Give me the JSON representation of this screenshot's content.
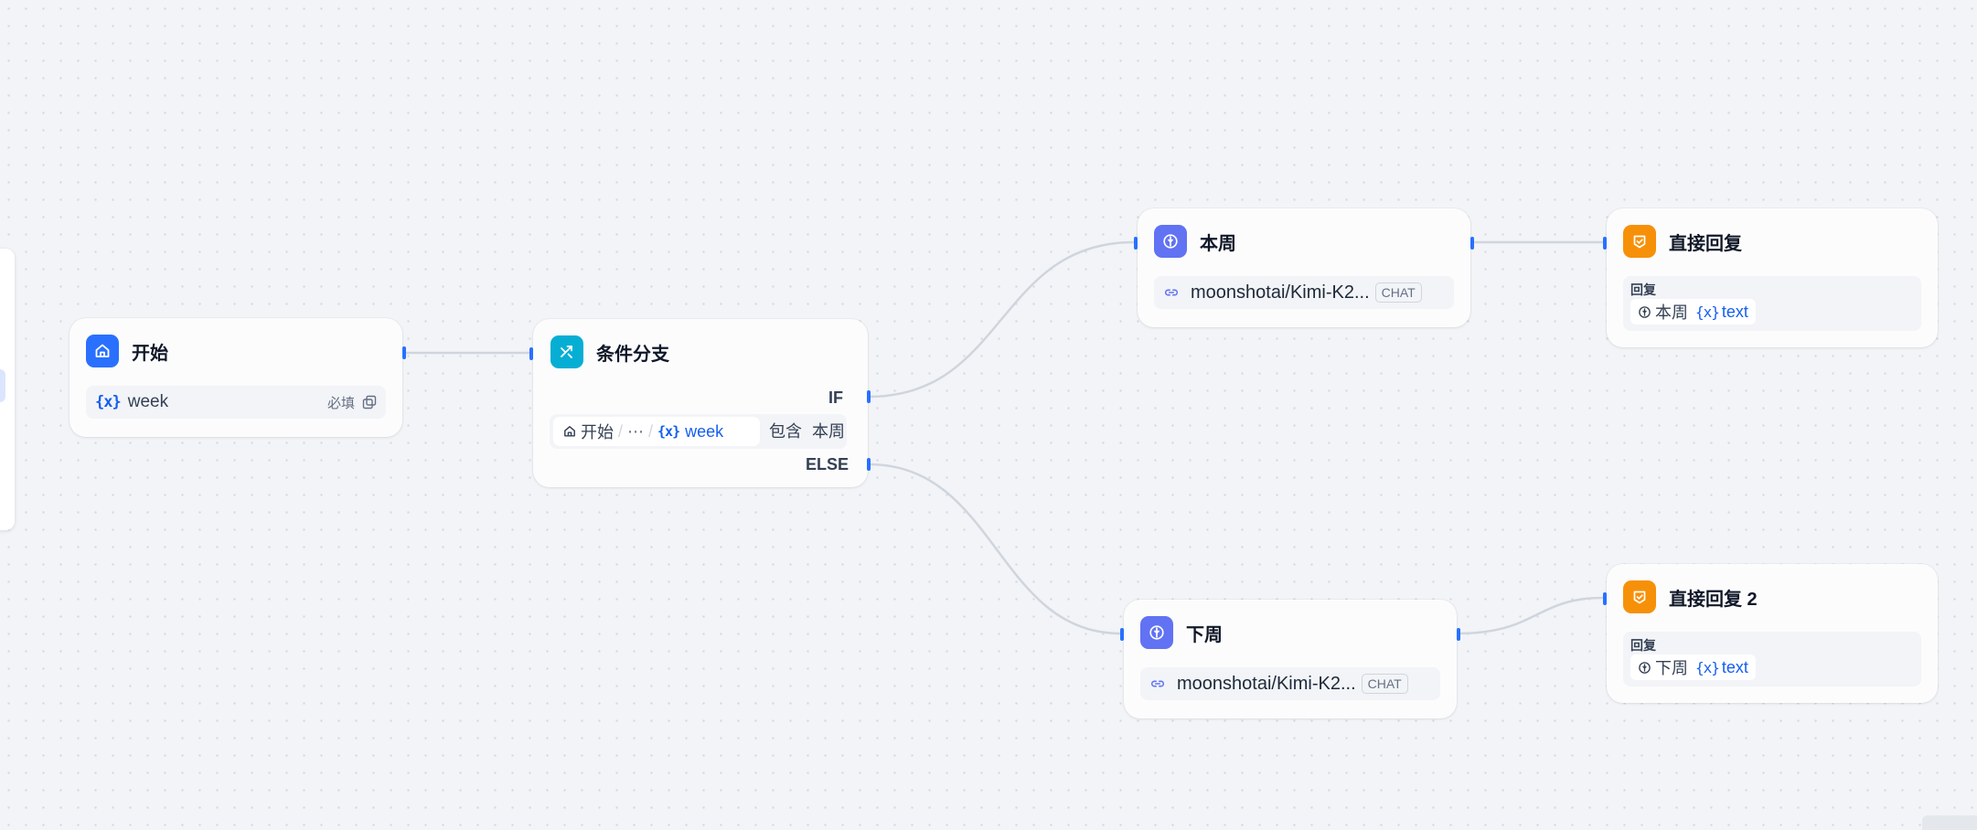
{
  "workflow": {
    "nodes": {
      "start": {
        "title": "开始",
        "icon": "home-icon",
        "variable": {
          "glyph": "{x}",
          "name": "week",
          "required_label": "必填"
        }
      },
      "condition": {
        "title": "条件分支",
        "icon": "branch-icon",
        "if_label": "IF",
        "else_label": "ELSE",
        "condition": {
          "source_node": "开始",
          "ellipsis": "⋯",
          "separator": "/",
          "glyph": "{x}",
          "variable": "week",
          "operator": "包含",
          "value": "本周"
        }
      },
      "llm_this_week": {
        "title": "本周",
        "icon": "llm-brain-icon",
        "model": "moonshotai/Kimi-K2...",
        "badge": "CHAT"
      },
      "llm_next_week": {
        "title": "下周",
        "icon": "llm-brain-icon",
        "model": "moonshotai/Kimi-K2...",
        "badge": "CHAT"
      },
      "reply_1": {
        "title": "直接回复",
        "icon": "reply-icon",
        "label": "回复",
        "source": "本周",
        "glyph": "{x}",
        "variable": "text"
      },
      "reply_2": {
        "title": "直接回复 2",
        "icon": "reply-icon",
        "label": "回复",
        "source": "下周",
        "glyph": "{x}",
        "variable": "text"
      }
    }
  },
  "colors": {
    "accent": "#2970ff",
    "start_icon_bg": "#2970ff",
    "condition_icon_bg": "#06aed4",
    "llm_icon_bg": "#6172f3",
    "reply_icon_bg": "#f79009",
    "edge": "#d0d5dd",
    "variable_text": "#155eef"
  }
}
